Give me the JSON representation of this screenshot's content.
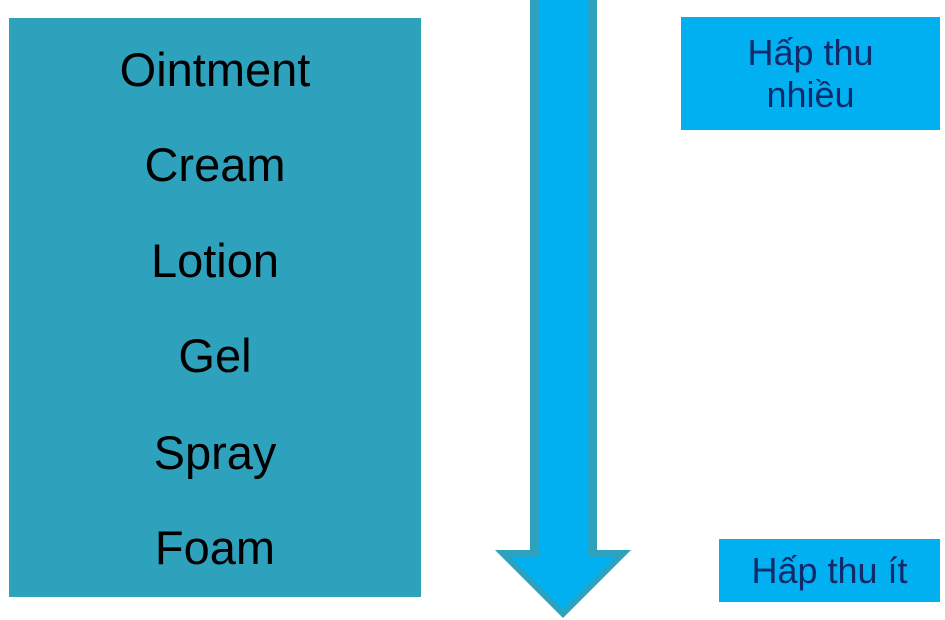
{
  "forms": [
    "Ointment",
    "Cream",
    "Lotion",
    "Gel",
    "Spray",
    "Foam"
  ],
  "labels": {
    "high": "Hấp thu nhiều",
    "low": "Hấp thu ít"
  },
  "colors": {
    "list_bg": "#2ea1bd",
    "arrow_fill": "#00b0f0",
    "arrow_border": "#2ea1bd",
    "label_bg": "#00b0f0",
    "label_text": "#0f2b6b"
  }
}
